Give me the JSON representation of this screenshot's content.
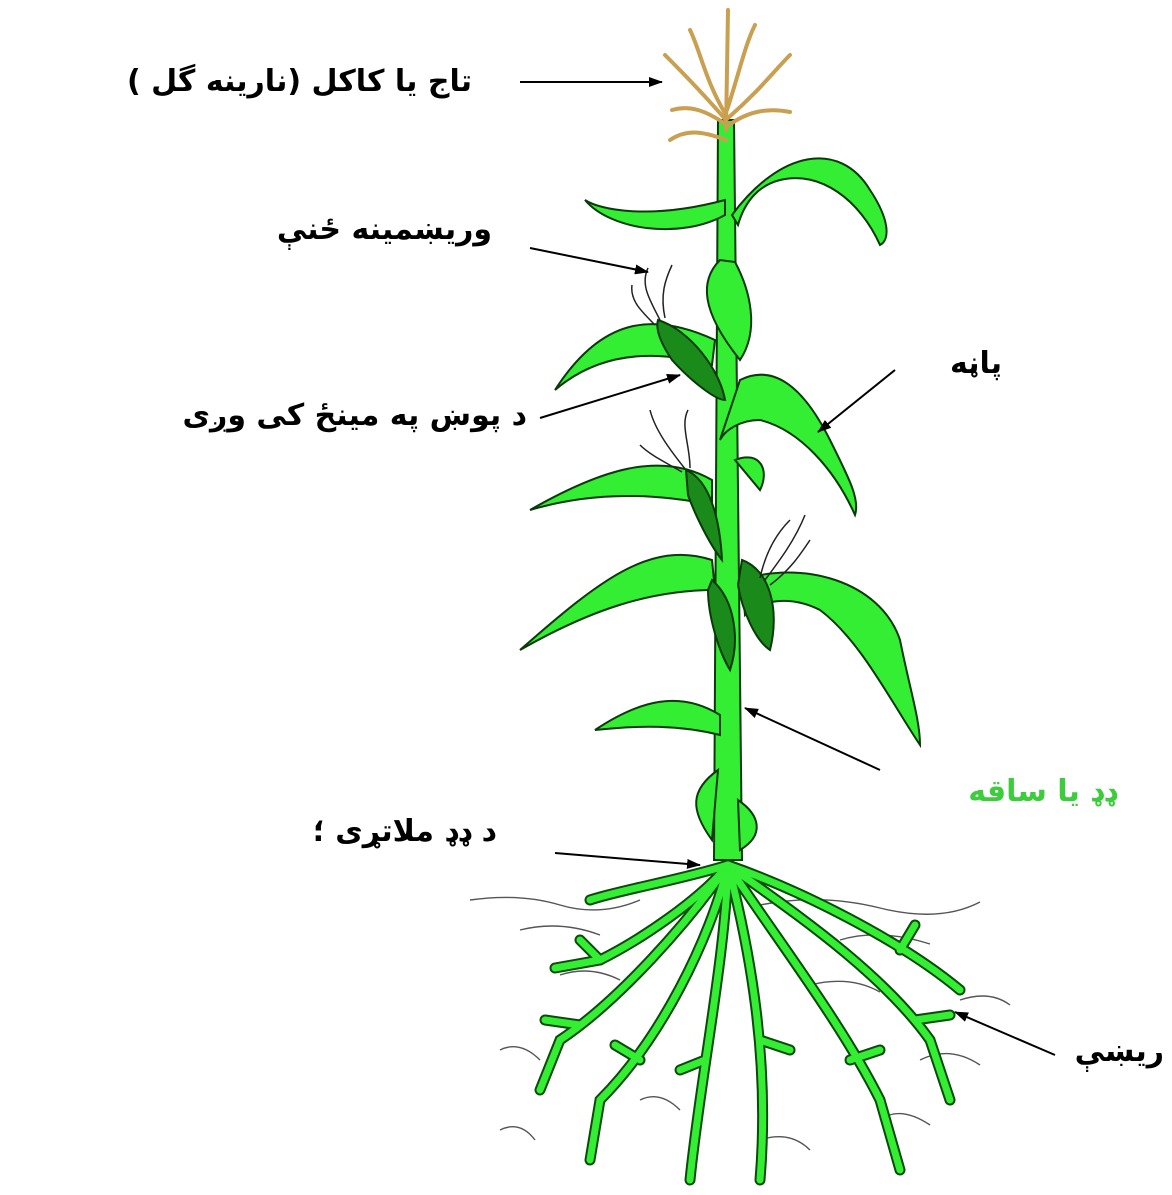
{
  "labels": {
    "tassel": "تاج یا کاکل  (نارینه گل )",
    "silk": "وریښمینه ځنې",
    "leaf": "پاڼه",
    "ear_in_husk": "د پوښ په مینځ کی وږی",
    "stem": "ډډ یا ساقه",
    "prop_roots": "د ډډ ملاتړی ؛",
    "roots": "ریښې"
  },
  "colors": {
    "label_text": "#000000",
    "stem_label_text": "#3ccc3c",
    "leaf_fill": "#33ee33",
    "ear_fill": "#1a8a1a",
    "tassel": "#c8a050",
    "outline": "#0a3a0a",
    "arrow": "#000000"
  }
}
